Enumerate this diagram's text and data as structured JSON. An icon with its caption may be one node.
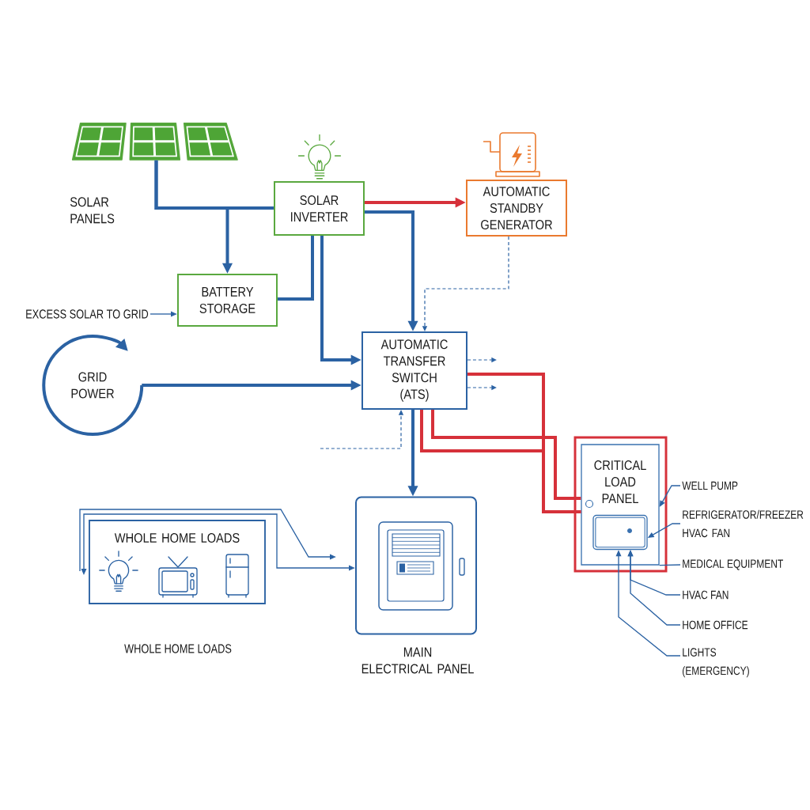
{
  "diagram": {
    "nodes": [
      {
        "text": [],
        "shape": "picture",
        "beside": [
          "SOLAR PANELS"
        ]
      },
      {
        "text": [
          "SOLAR INVERTER"
        ]
      },
      {
        "text": [
          "AUTOMATIC STANDBY GENERATOR"
        ]
      },
      {
        "text": [
          "BATTERY STORAGE"
        ]
      },
      {
        "text": [
          "EXCESS SOLAR TO GRID"
        ]
      },
      {
        "text": [
          "GRID POWER"
        ]
      },
      {
        "text": [
          "AUTOMATIC TRANSFER SWITCH (ATS)"
        ]
      },
      {
        "text": [
          "WHOLE HOME LOADS"
        ],
        "beside": [
          "WHOLE HOME LOADS"
        ]
      },
      {
        "text": [
          "MAIN ELECTRICAL PANEL"
        ]
      },
      {
        "text": [
          "CRITICAL LOAD PANEL"
        ]
      },
      {
        "text": [],
        "shape": "box",
        "in": 9
      },
      {
        "text": [
          "WELL PUMP"
        ]
      },
      {
        "text": [
          "REFRIGERATOR/FREEZER HVAC FAN"
        ]
      },
      {
        "text": [
          "MEDICAL EQUIPMENT"
        ]
      },
      {
        "text": [
          "HVAC FAN"
        ]
      },
      {
        "text": [
          "HOME OFFICE"
        ]
      },
      {
        "text": [
          "LIGHTS (EMERGENCY)"
        ]
      }
    ],
    "edges": [
      {
        "from": 0,
        "to": 1,
        "arrow": "none",
        "style": "thick"
      },
      {
        "from": 0,
        "to": 3,
        "arrow": "to",
        "style": "thick"
      },
      {
        "from": 1,
        "to": 2,
        "arrow": "to",
        "style": "thick",
        "color": "#d6313a"
      },
      {
        "from": 1,
        "to": 6,
        "arrow": "to",
        "style": "thick"
      },
      {
        "from": 3,
        "to": 1,
        "arrow": "none",
        "style": "thick"
      },
      {
        "from": 1,
        "to": 6,
        "arrow": "to",
        "style": "thick"
      },
      {
        "from": 2,
        "to": 6,
        "arrow": "to",
        "style": "dashed"
      },
      {
        "from": 4,
        "to": 3,
        "arrow": "to"
      },
      {
        "from": 5,
        "to": 6,
        "arrow": "to",
        "style": "thick"
      },
      {
        "from": 6,
        "to": null,
        "arrow": "to",
        "style": "dashed"
      },
      {
        "from": 6,
        "to": null,
        "arrow": "to",
        "style": "dashed"
      },
      {
        "from": null,
        "to": 6,
        "arrow": "to",
        "style": "dashed"
      },
      {
        "from": 6,
        "to": 8,
        "arrow": "to",
        "style": "thick"
      },
      {
        "from": 6,
        "to": 9,
        "arrow": "none",
        "style": "thick",
        "color": "#d6313a"
      },
      {
        "from": 6,
        "to": 9,
        "arrow": "none",
        "style": "thick",
        "color": "#d6313a"
      },
      {
        "from": 6,
        "to": 9,
        "arrow": "none",
        "style": "thick",
        "color": "#d6313a"
      },
      {
        "from": 7,
        "to": 8,
        "arrow": "both"
      },
      {
        "from": 7,
        "to": null,
        "arrow": "to"
      },
      {
        "from": 11,
        "to": 9,
        "arrow": "to"
      },
      {
        "from": 12,
        "to": 10,
        "arrow": "to"
      },
      {
        "from": 13,
        "to": 9,
        "arrow": "none"
      },
      {
        "from": 14,
        "to": 10,
        "arrow": "to"
      },
      {
        "from": 15,
        "to": 10,
        "arrow": "to"
      },
      {
        "from": 16,
        "to": 10,
        "arrow": "to"
      }
    ]
  }
}
